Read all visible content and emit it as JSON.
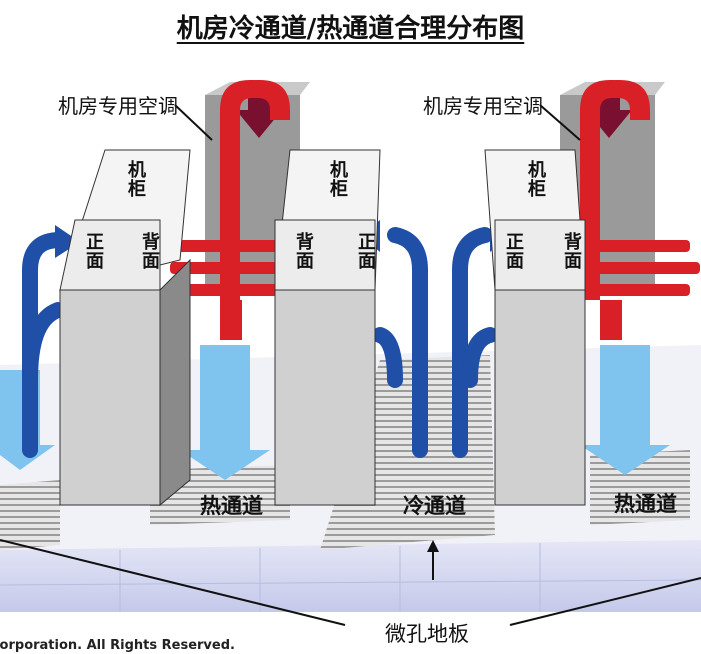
{
  "title": "机房冷通道/热通道合理分布图",
  "labels": {
    "ac_left": "机房专用空调",
    "ac_right": "机房专用空调",
    "cabinet_top": "机柜",
    "front": "正面",
    "back": "背面",
    "hot_aisle": "热通道",
    "cold_aisle": "冷通道",
    "perforated_floor": "微孔地板"
  },
  "copyright": "Corporation. All Rights Reserved.",
  "colors": {
    "cold_air": "#1f4fa6",
    "light_cold_air": "#7fc4ee",
    "hot_air": "#d92027",
    "return_arrow": "#7a1030",
    "cabinet": "#c8c8c8",
    "floor": "#d9dcf2"
  }
}
